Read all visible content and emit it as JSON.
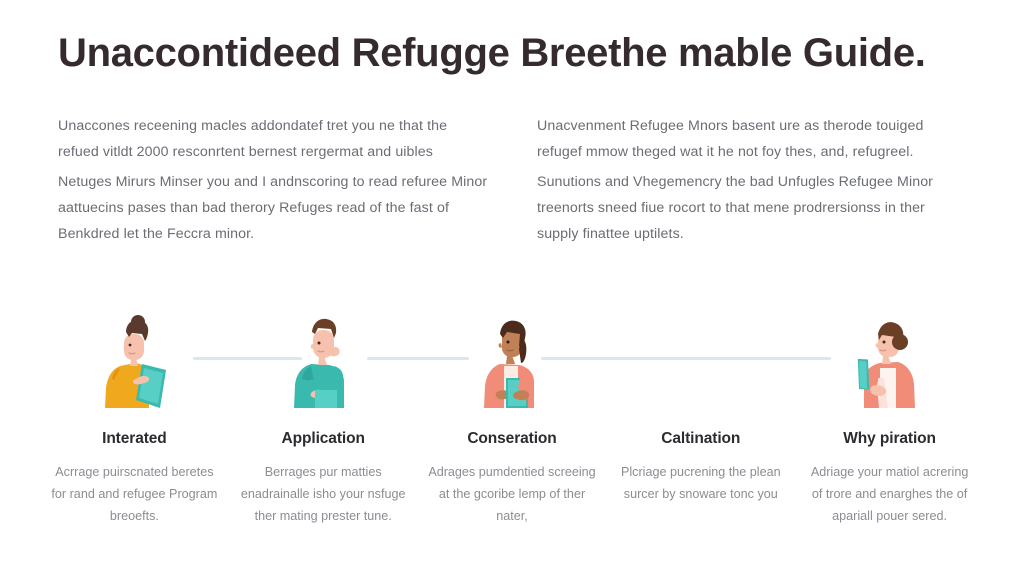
{
  "document": {
    "title": "Unaccontideed Refugge Breethe mable Guide."
  },
  "intro": {
    "left_paragraphs": [
      "Unaccones receening macles addondatef tret you ne that the refued vitldt 2000 resconrtent bernest rergermat and uibles",
      "Netuges Mirurs Minser you and I andnscoring to read refuree Minor aattuecins pases than bad therory Refuges read of the fast of Benkdred let the Feccra minor."
    ],
    "right_paragraphs": [
      "Unacvenment Refugee Mnors basent ure as therode touiged refugef mmow theged wat it he not foy thes, and, refugreel.",
      "Sunutions and Vhegemencry the bad Unfugles Refugee Minor treenorts sneed fiue rocort to that mene prodrersionss in ther supply finattee uptilets."
    ]
  },
  "steps": [
    {
      "icon": "person-reading-tablet-icon",
      "title": "Interated",
      "description": "Acrrage puirscnated beretes for rand and refugee Program breoefts."
    },
    {
      "icon": "person-thinking-icon",
      "title": "Application",
      "description": "Berrages pur matties enadrainalle isho your nsfuge ther mating prester tune."
    },
    {
      "icon": "person-holding-document-icon",
      "title": "Conseration",
      "description": "Adrages pumdentied screeing at the gcoribe lemp of ther nater,"
    },
    {
      "icon": "none",
      "title": "Caltination",
      "description": "Plcriage pucrening the plean surcer by snoware tonc you"
    },
    {
      "icon": "person-using-phone-icon",
      "title": "Why piration",
      "description": "Adriage your matiol acrering of trore and enarghes the of apariall pouer sered."
    }
  ],
  "colors": {
    "title_text": "#352b2e",
    "body_text": "#6a6d74",
    "step_title_text": "#2c2c30",
    "step_desc_text": "#8a8d93",
    "connector_line": "#d6eaee",
    "accent_teal": "#3ab9ae",
    "accent_orange": "#f0a81e",
    "accent_coral": "#f08c78",
    "background": "#ffffff"
  }
}
